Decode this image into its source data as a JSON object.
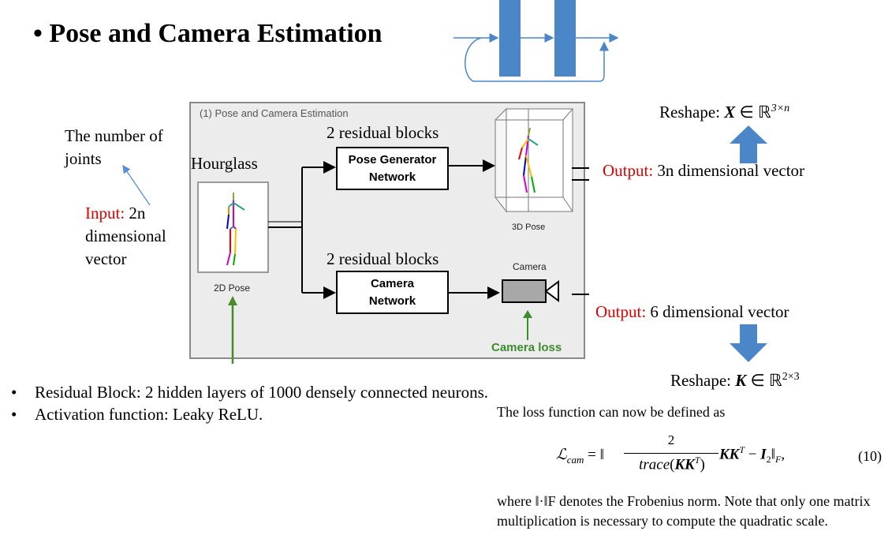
{
  "title": "Pose and Camera Estimation",
  "title_bullet": "•",
  "panel_title": "(1) Pose and Camera Estimation",
  "hourglass_label": "Hourglass",
  "residual_top": "2 residual blocks",
  "residual_bottom": "2 residual blocks",
  "pose_gen_line1": "Pose Generator",
  "pose_gen_line2": "Network",
  "camera_net_line1": "Camera",
  "camera_net_line2": "Network",
  "label_2d_pose": "2D Pose",
  "label_3d_pose": "3D Pose",
  "label_camera": "Camera",
  "camera_loss": "Camera loss",
  "joints_line1": "The number of",
  "joints_line2": "joints",
  "input_label": "Input:",
  "input_rest": " 2n",
  "input_line2": "dimensional",
  "input_line3": "vector",
  "output_label": "Output:",
  "output_top_rest": " 3n dimensional  vector",
  "output_bottom_rest": " 6 dimensional  vector",
  "reshape_top": {
    "prefix": "Reshape: ",
    "var": "X",
    "in": " ∈ ℝ",
    "sup": "3×n"
  },
  "reshape_bottom": {
    "prefix": "Reshape: ",
    "var": "K",
    "in": " ∈ ℝ",
    "sup": "2×3"
  },
  "bullets": [
    "Residual Block: 2 hidden layers of 1000 densely connected neurons.",
    "Activation function: Leaky ReLU."
  ],
  "loss_intro": "The loss function can now be defined as",
  "equation_number": "(10)",
  "frobenius_text": "where ‖·‖F denotes the Frobenius norm. Note that only one matrix multiplication is necessary to compute the quadratic scale.",
  "colors": {
    "block_blue": "#4a86c8",
    "arrow_blue": "#5a8fd0",
    "red": "#e00000",
    "green": "#3c8c2c",
    "panel_bg": "#ececec"
  }
}
